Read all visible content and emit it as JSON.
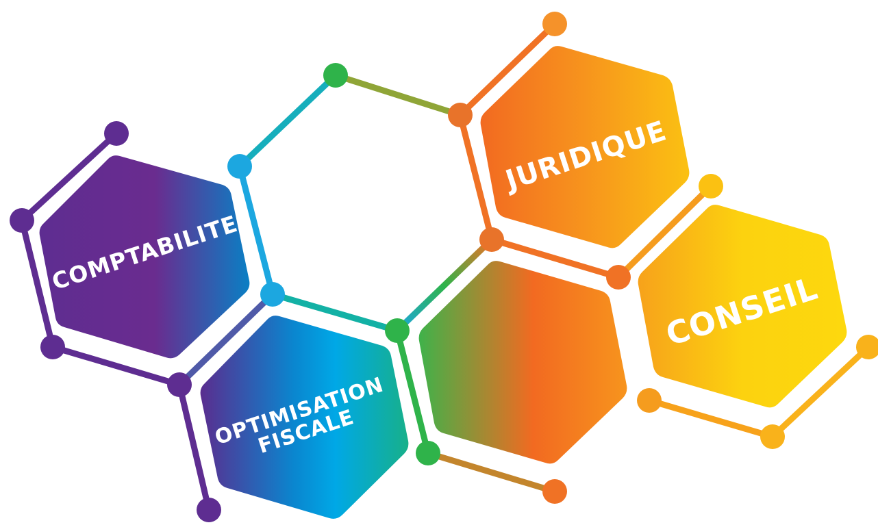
{
  "diagram": {
    "hexagons": [
      {
        "id": "comptabilite",
        "label": "COMPTABILITE",
        "colors": [
          "#5e2d91",
          "#6a2c8f",
          "#0a7fc4"
        ]
      },
      {
        "id": "optimisation-fiscale",
        "label_line1": "OPTIMISATION",
        "label_line2": "FISCALE",
        "colors": [
          "#5a2d8f",
          "#00a8e6",
          "#17b08a"
        ]
      },
      {
        "id": "juridique",
        "label": "JURIDIQUE",
        "colors": [
          "#f26a21",
          "#f7941d",
          "#fbc112"
        ]
      },
      {
        "id": "middle-blank",
        "label": "",
        "colors": [
          "#3fb24a",
          "#f26a21",
          "#f7941d"
        ]
      },
      {
        "id": "conseil",
        "label": "CONSEIL",
        "colors": [
          "#f7a21b",
          "#fcd20f",
          "#fdd80e"
        ]
      }
    ],
    "colors": {
      "purple": "#5e2d91",
      "blue": "#1ca7e0",
      "green": "#2fb34a",
      "orange": "#f07225",
      "yellow": "#f9b21b"
    }
  }
}
